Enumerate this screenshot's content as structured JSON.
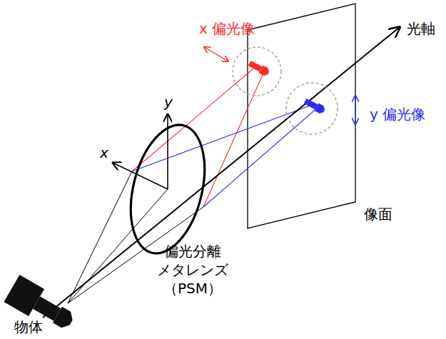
{
  "diagram": {
    "labels": [
      "x 偏光像",
      "光軸",
      "y",
      "x",
      "y 偏光像",
      "像面",
      "偏光分離 メタレンズ （PSM）",
      "物体"
    ]
  }
}
